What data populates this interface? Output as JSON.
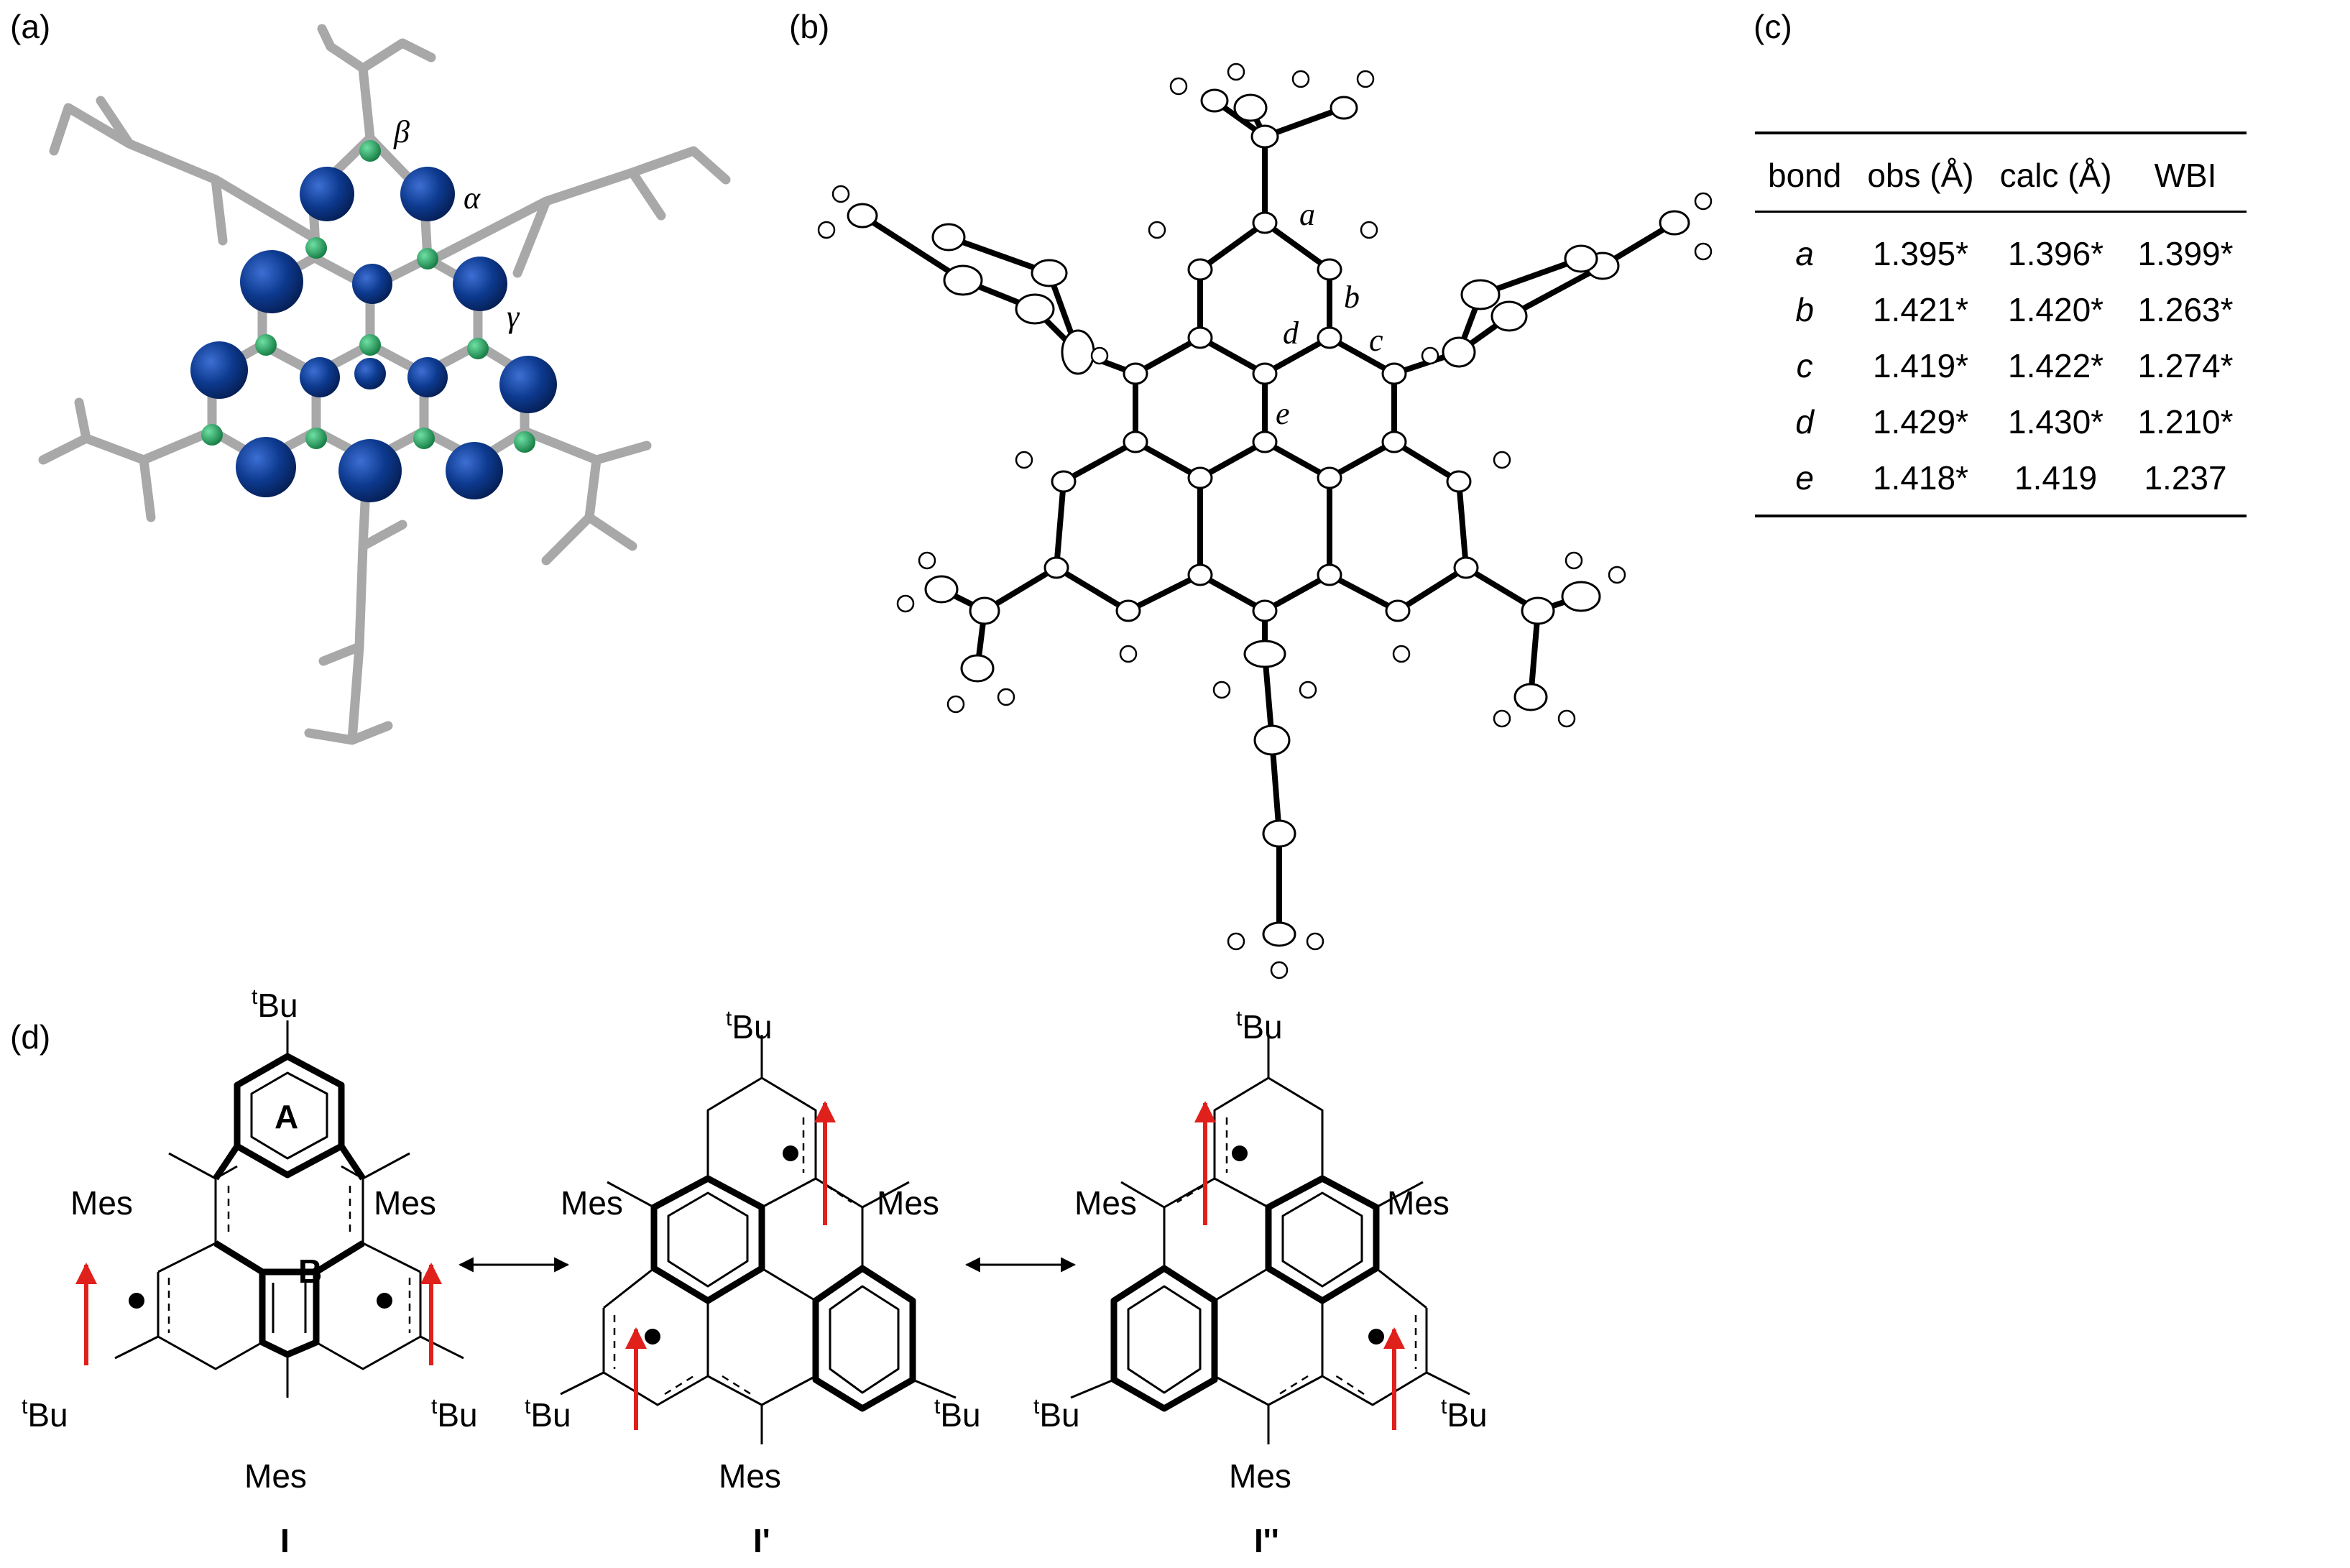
{
  "panels": {
    "a": "(a)",
    "b": "(b)",
    "c": "(c)",
    "d": "(d)"
  },
  "panel_a": {
    "labels": {
      "beta": "β",
      "alpha": "α",
      "gamma": "γ"
    },
    "colors": {
      "spin_lobe": "#0d3a8f",
      "carbon_atom": "#1f9a57",
      "framework": "#a8a8a8"
    }
  },
  "panel_b": {
    "bond_labels": [
      "a",
      "b",
      "c",
      "d",
      "e"
    ]
  },
  "table": {
    "headers": [
      "bond",
      "obs (Å)",
      "calc (Å)",
      "WBI"
    ],
    "rows": [
      [
        "a",
        "1.395*",
        "1.396*",
        "1.399*"
      ],
      [
        "b",
        "1.421*",
        "1.420*",
        "1.263*"
      ],
      [
        "c",
        "1.419*",
        "1.422*",
        "1.274*"
      ],
      [
        "d",
        "1.429*",
        "1.430*",
        "1.210*"
      ],
      [
        "e",
        "1.418*",
        "1.419",
        "1.237"
      ]
    ]
  },
  "panel_d": {
    "substituents": {
      "tbu_sup": "t",
      "tbu_base": "Bu",
      "mes": "Mes"
    },
    "ring_labels": {
      "A": "A",
      "B": "B"
    },
    "structures": [
      "I",
      "I'",
      "I''"
    ],
    "arrow_color": "#e0201b"
  }
}
